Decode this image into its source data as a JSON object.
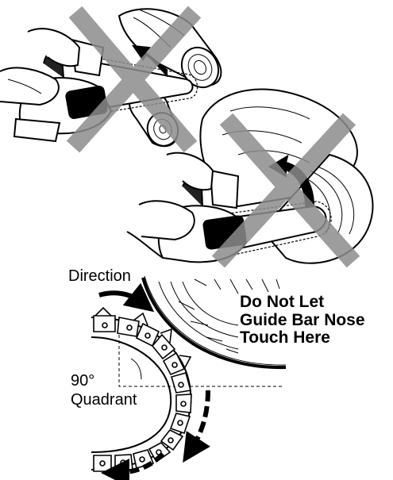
{
  "labels": {
    "direction": "Direction",
    "angle": "90°",
    "quadrant": "Quadrant",
    "warning": [
      "Do Not Let",
      "Guide Bar Nose",
      "Touch Here"
    ]
  },
  "colors": {
    "ink": "#000000",
    "prohibit_cross": "#8c8c8c",
    "paper": "#ffffff"
  }
}
